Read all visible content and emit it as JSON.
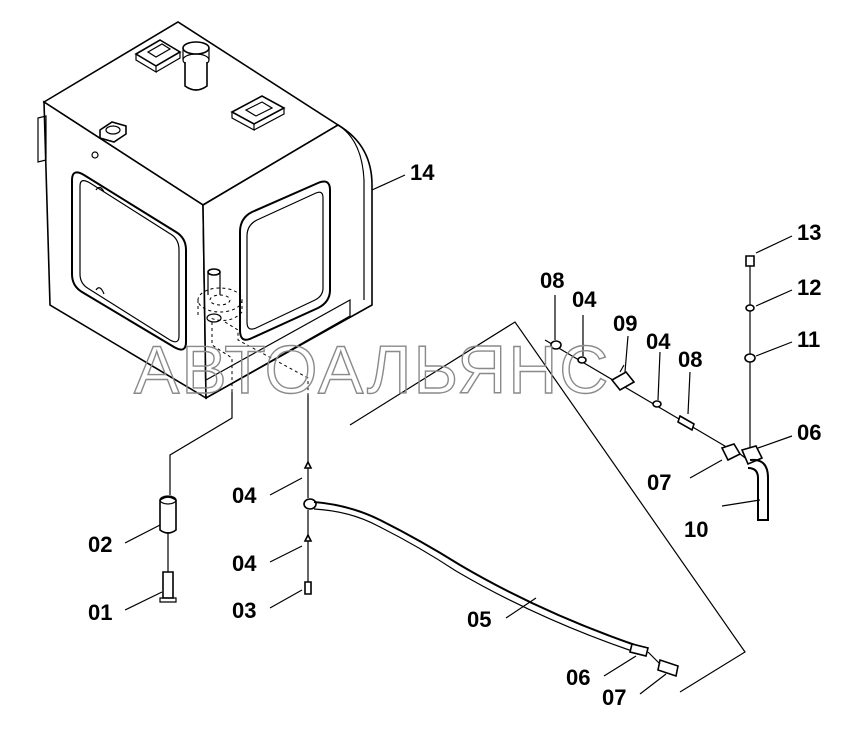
{
  "watermark": "АВТОАЛЬЯНС",
  "labels": {
    "p14": "14",
    "p13": "13",
    "p12": "12",
    "p11": "11",
    "p06a": "06",
    "p10": "10",
    "p07a": "07",
    "p08a": "08",
    "p04a": "04",
    "p09": "09",
    "p04b": "04",
    "p08b": "08",
    "p02": "02",
    "p01": "01",
    "p04c": "04",
    "p04d": "04",
    "p03": "03",
    "p05": "05",
    "p06b": "06",
    "p07b": "07"
  }
}
